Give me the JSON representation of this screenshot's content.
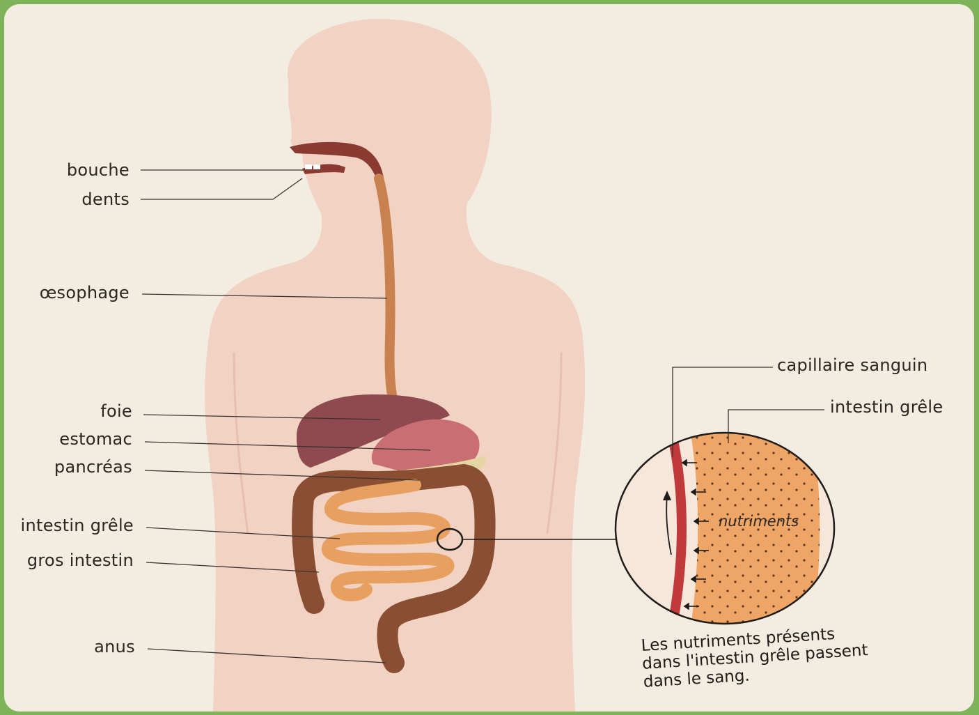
{
  "labels": {
    "bouche": "bouche",
    "dents": "dents",
    "oesophage": "œsophage",
    "foie": "foie",
    "estomac": "estomac",
    "pancreas": "pancréas",
    "intestin_grele": "intestin grêle",
    "gros_intestin": "gros intestin",
    "anus": "anus"
  },
  "zoom": {
    "capillaire": "capillaire sanguin",
    "intestin_grele": "intestin grêle",
    "nutriments": "nutriments"
  },
  "caption": {
    "line1": "Les nutriments présents",
    "line2": "dans l'intestin grêle passent",
    "line3": "dans le sang."
  },
  "colors": {
    "background": "#f3ece1",
    "frame": "#7fb35a",
    "body": "#f1cfc0",
    "liver": "#8e4a4e",
    "stomach": "#c96f73",
    "colon": "#8a4f33",
    "small_intestine": "#e8a060",
    "esophagus": "#c9824f",
    "capillary": "#c0393b"
  }
}
